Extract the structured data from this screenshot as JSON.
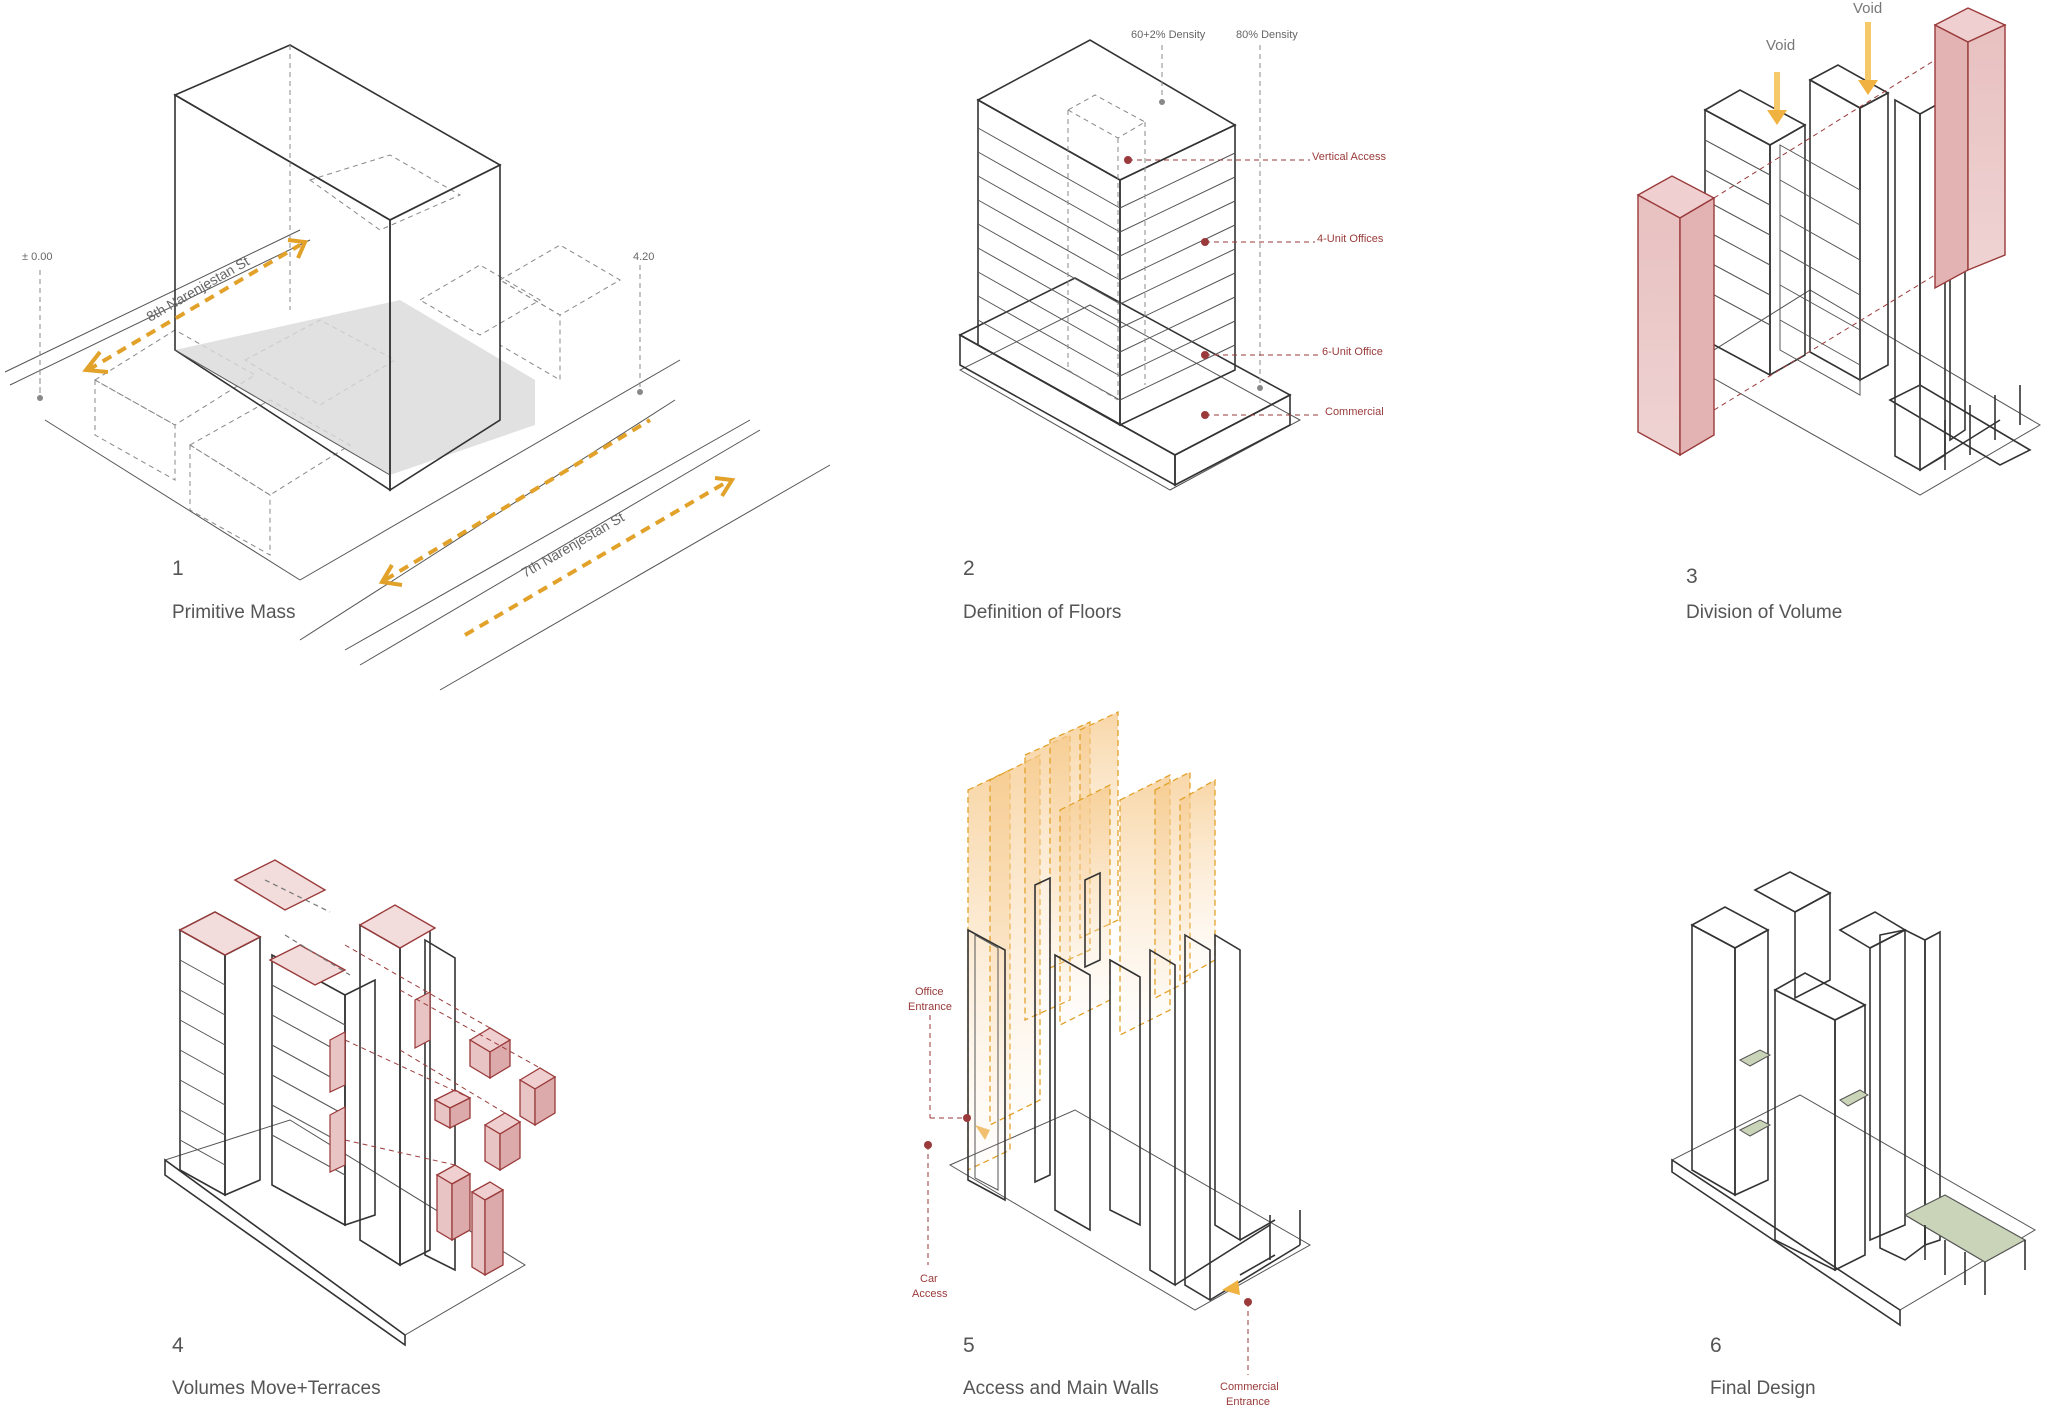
{
  "panels": [
    {
      "number": "1",
      "title": "Primitive Mass"
    },
    {
      "number": "2",
      "title": "Definition of Floors"
    },
    {
      "number": "3",
      "title": "Division of  Volume"
    },
    {
      "number": "4",
      "title": "Volumes Move+Terraces"
    },
    {
      "number": "5",
      "title": "Access and Main Walls"
    },
    {
      "number": "6",
      "title": "Final Design"
    }
  ],
  "panel1": {
    "street_a": "8th Narenjestan St",
    "street_b": "7th Narenjestan St",
    "level_left": "± 0.00",
    "level_right": "4.20"
  },
  "panel2": {
    "density_a": "60+2% Density",
    "density_b": "80% Density",
    "vertical_access": "Vertical Access",
    "four_unit": "4-Unit Offices",
    "six_unit": "6-Unit Office",
    "commercial": "Commercial"
  },
  "panel3": {
    "void_a": "Void",
    "void_b": "Void"
  },
  "panel5": {
    "office_entrance_1": "Office",
    "office_entrance_2": "Entrance",
    "car_access_1": "Car",
    "car_access_2": "Access",
    "commercial_entrance_1": "Commercial",
    "commercial_entrance_2": "Entrance"
  },
  "colors": {
    "accent_orange": "#e2a22a",
    "accent_red": "#9a3a3a",
    "red_fill": "#e9c4c4",
    "glass_blue": "#c9d6e0",
    "terrace_green": "#c9d4b8"
  }
}
